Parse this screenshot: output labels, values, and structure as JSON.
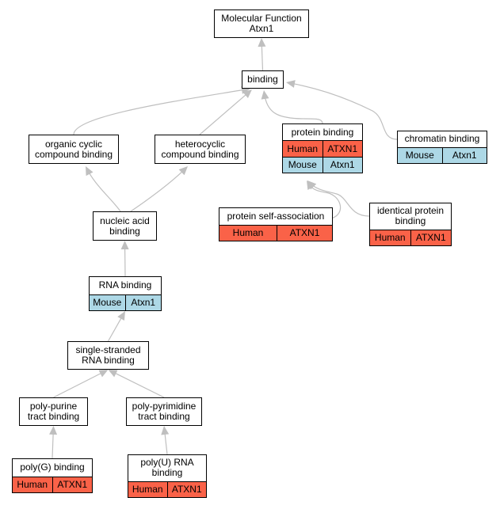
{
  "colors": {
    "human": "#fa6248",
    "mouse": "#add8e6",
    "edge": "#bfbfbf",
    "border": "#000000"
  },
  "nodes": {
    "root": {
      "title": "Molecular Function\nAtxn1"
    },
    "binding": {
      "title": "binding"
    },
    "organic_cyclic": {
      "title": "organic cyclic\ncompound binding"
    },
    "heterocyclic": {
      "title": "heterocyclic\ncompound binding"
    },
    "protein_binding": {
      "title": "protein binding",
      "rows": [
        {
          "species": "Human",
          "gene": "ATXN1"
        },
        {
          "species": "Mouse",
          "gene": "Atxn1"
        }
      ]
    },
    "chromatin_binding": {
      "title": "chromatin binding",
      "rows": [
        {
          "species": "Mouse",
          "gene": "Atxn1"
        }
      ]
    },
    "nucleic_acid": {
      "title": "nucleic acid\nbinding"
    },
    "protein_self_association": {
      "title": "protein self-association",
      "rows": [
        {
          "species": "Human",
          "gene": "ATXN1"
        }
      ]
    },
    "identical_protein": {
      "title": "identical protein\nbinding",
      "rows": [
        {
          "species": "Human",
          "gene": "ATXN1"
        }
      ]
    },
    "rna_binding": {
      "title": "RNA binding",
      "rows": [
        {
          "species": "Mouse",
          "gene": "Atxn1"
        }
      ]
    },
    "ss_rna": {
      "title": "single-stranded\nRNA binding"
    },
    "poly_purine": {
      "title": "poly-purine\ntract binding"
    },
    "poly_pyrimidine": {
      "title": "poly-pyrimidine\ntract binding"
    },
    "poly_g": {
      "title": "poly(G) binding",
      "rows": [
        {
          "species": "Human",
          "gene": "ATXN1"
        }
      ]
    },
    "poly_u": {
      "title": "poly(U) RNA\nbinding",
      "rows": [
        {
          "species": "Human",
          "gene": "ATXN1"
        }
      ]
    }
  },
  "edges": [
    {
      "from": "binding",
      "to": "root"
    },
    {
      "from": "organic_cyclic",
      "to": "binding"
    },
    {
      "from": "heterocyclic",
      "to": "binding"
    },
    {
      "from": "protein_binding",
      "to": "binding"
    },
    {
      "from": "chromatin_binding",
      "to": "binding"
    },
    {
      "from": "nucleic_acid",
      "to": "organic_cyclic"
    },
    {
      "from": "nucleic_acid",
      "to": "heterocyclic"
    },
    {
      "from": "protein_self_association",
      "to": "protein_binding"
    },
    {
      "from": "identical_protein",
      "to": "protein_binding"
    },
    {
      "from": "rna_binding",
      "to": "nucleic_acid"
    },
    {
      "from": "ss_rna",
      "to": "rna_binding"
    },
    {
      "from": "poly_purine",
      "to": "ss_rna"
    },
    {
      "from": "poly_pyrimidine",
      "to": "ss_rna"
    },
    {
      "from": "poly_g",
      "to": "poly_purine"
    },
    {
      "from": "poly_u",
      "to": "poly_pyrimidine"
    }
  ]
}
